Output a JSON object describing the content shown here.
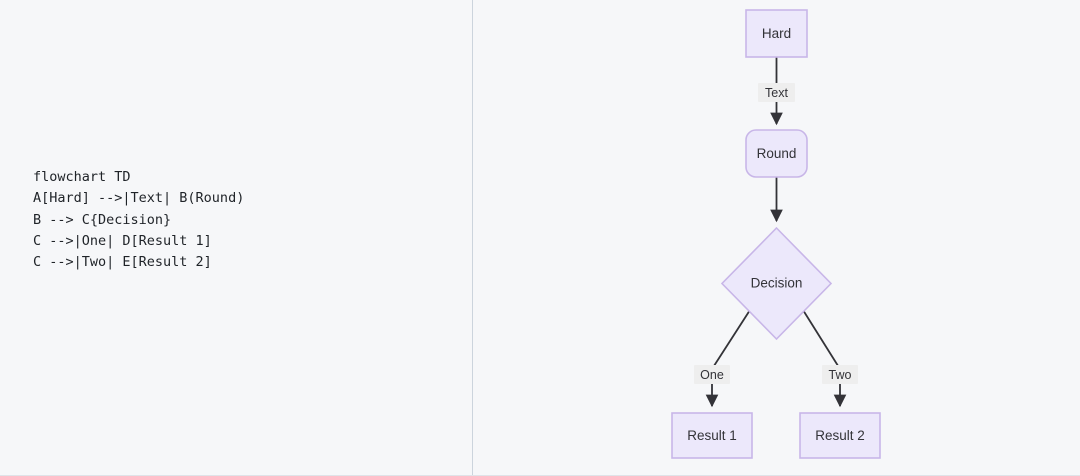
{
  "panels": {
    "code_pane_label": "mermaid-source",
    "diagram_pane_label": "mermaid-preview"
  },
  "source": {
    "language": "mermaid",
    "lines": [
      "flowchart TD",
      "A[Hard] -->|Text| B(Round)",
      "B --> C{Decision}",
      "C -->|One| D[Result 1]",
      "C -->|Two| E[Result 2]"
    ]
  },
  "colors": {
    "background": "#f6f7f9",
    "divider": "#ccd4dd",
    "node_fill": "#ece8fb",
    "node_stroke": "#c8b6e8",
    "edge_stroke": "#333338",
    "edge_label_bg": "#eeeeee",
    "text": "#333338",
    "code_text": "#1f2328"
  },
  "diagram": {
    "direction": "TD",
    "nodes": [
      {
        "id": "A",
        "label": "Hard",
        "shape": "rect"
      },
      {
        "id": "B",
        "label": "Round",
        "shape": "round"
      },
      {
        "id": "C",
        "label": "Decision",
        "shape": "diamond"
      },
      {
        "id": "D",
        "label": "Result 1",
        "shape": "rect"
      },
      {
        "id": "E",
        "label": "Result 2",
        "shape": "rect"
      }
    ],
    "edges": [
      {
        "from": "A",
        "to": "B",
        "label": "Text"
      },
      {
        "from": "B",
        "to": "C",
        "label": ""
      },
      {
        "from": "C",
        "to": "D",
        "label": "One"
      },
      {
        "from": "C",
        "to": "E",
        "label": "Two"
      }
    ]
  }
}
